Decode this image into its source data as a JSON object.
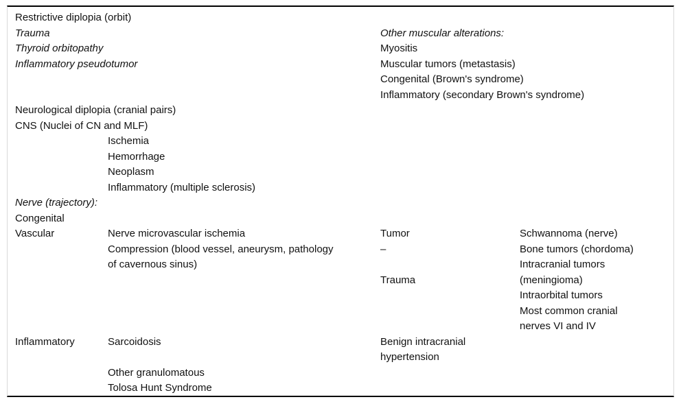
{
  "colors": {
    "background": "#ffffff",
    "text": "#111111",
    "heavy_rule": "#000000",
    "light_rule": "#d9d9d9"
  },
  "restrictive": {
    "title": "Restrictive diplopia (orbit)",
    "causes": [
      "Trauma",
      "Thyroid orbitopathy",
      "Inflammatory pseudotumor"
    ],
    "muscular_heading": "Other muscular alterations:",
    "muscular_items": [
      "Myositis",
      "Muscular tumors (metastasis)",
      "Congenital (Brown's syndrome)",
      "Inflammatory (secondary Brown's syndrome)"
    ]
  },
  "neurological": {
    "title": "Neurological diplopia (cranial pairs)",
    "cns_heading": "CNS (Nuclei of CN and MLF)",
    "cns_items": [
      "Ischemia",
      "Hemorrhage",
      "Neoplasm",
      "Inflammatory (multiple sclerosis)"
    ],
    "nerve_heading": "Nerve (trajectory):",
    "congenital_label": "Congenital",
    "vascular_row": {
      "label": "Vascular",
      "detail_lines": [
        "Nerve microvascular ischemia",
        "Compression (blood vessel, aneurysm, pathology",
        "of cavernous sinus)"
      ],
      "tumor_lines": [
        "Tumor",
        "–",
        "",
        "Trauma"
      ],
      "tumor_type_lines": [
        "Schwannoma (nerve)",
        "Bone tumors (chordoma)",
        "Intracranial tumors",
        "(meningioma)",
        "Intraorbital tumors",
        "Most common cranial",
        "nerves VI and IV"
      ]
    },
    "inflammatory_row": {
      "label": "Inflammatory",
      "detail_lines": [
        "Sarcoidosis",
        "",
        "Other granulomatous",
        "Tolosa Hunt Syndrome"
      ],
      "hypertension_lines": [
        "Benign intracranial",
        "hypertension"
      ]
    }
  }
}
